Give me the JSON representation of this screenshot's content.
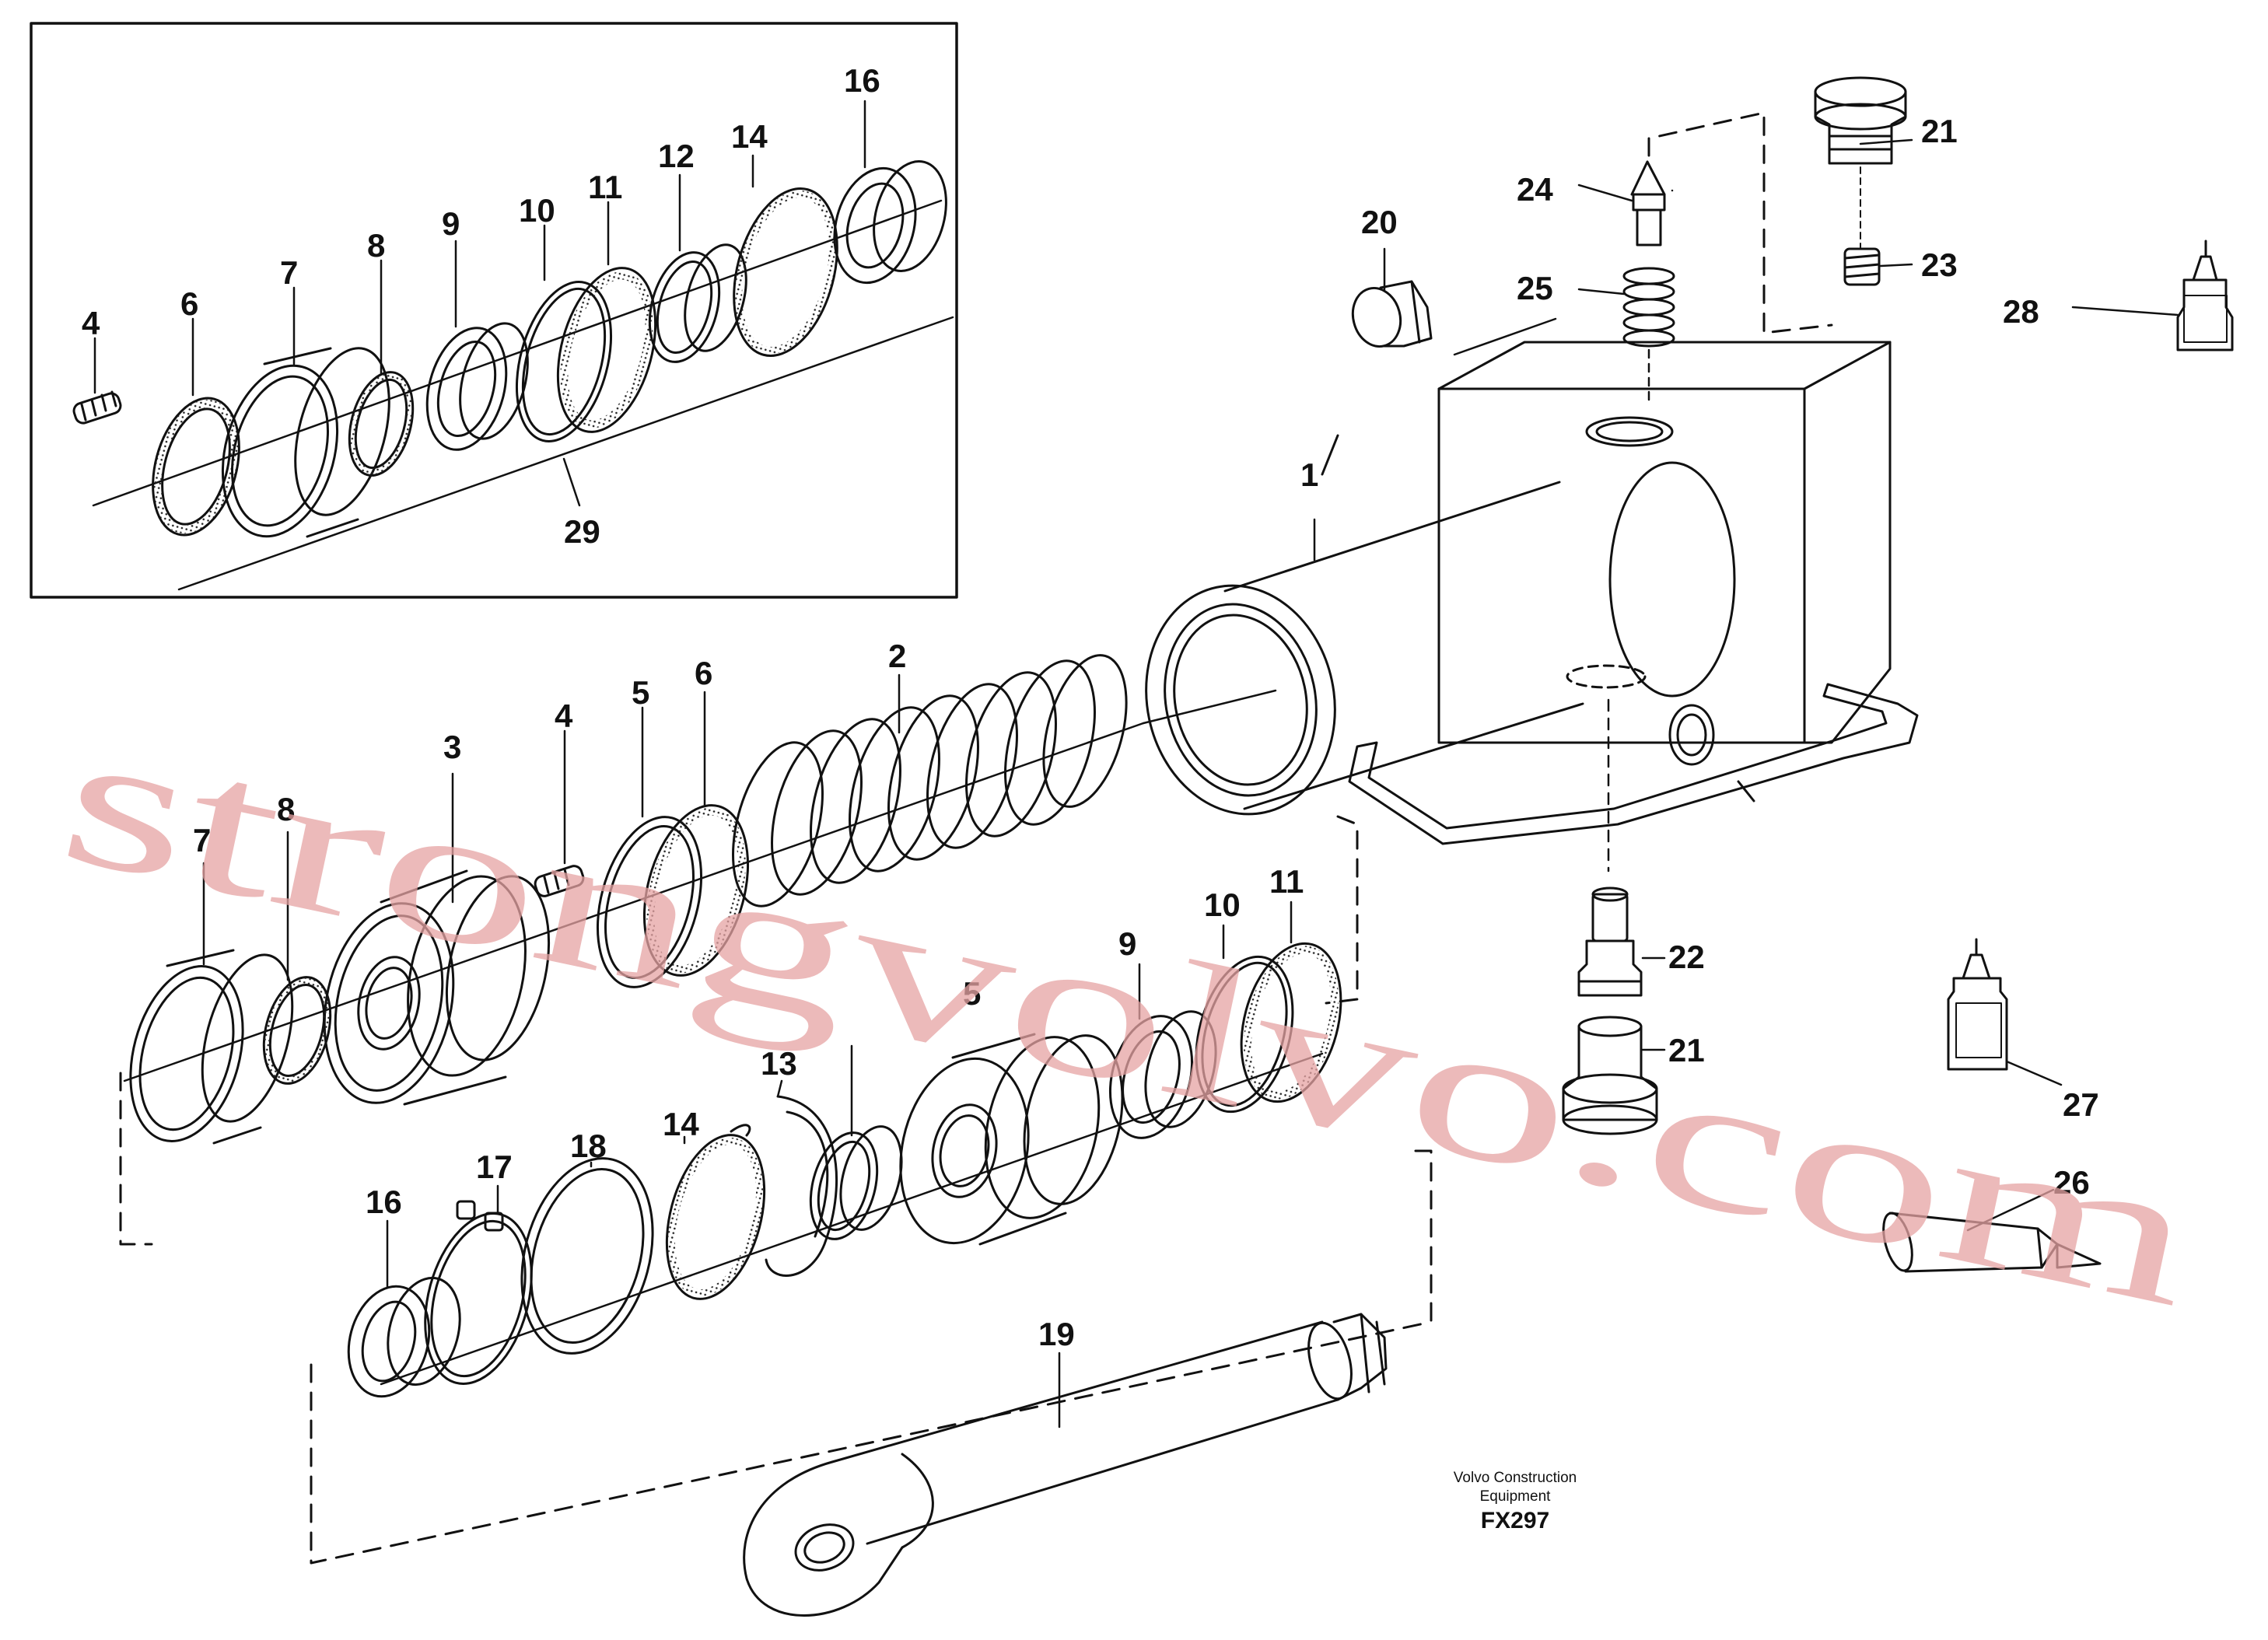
{
  "diagram": {
    "part_numbers": {
      "n1": "1",
      "n2": "2",
      "n3": "3",
      "n4": "4",
      "n5": "5",
      "n6": "6",
      "n7": "7",
      "n8": "8",
      "n9": "9",
      "n10": "10",
      "n11": "11",
      "n12": "12",
      "n13": "13",
      "n14": "14",
      "n16": "16",
      "n17": "17",
      "n18": "18",
      "n19": "19",
      "n20": "20",
      "n21": "21",
      "n22": "22",
      "n23": "23",
      "n24": "24",
      "n25": "25",
      "n26": "26",
      "n27": "27",
      "n28": "28",
      "n29": "29"
    },
    "caption_line1": "Volvo Construction",
    "caption_line2": "Equipment",
    "figure_code": "FX297",
    "watermark": "strongvolvo.com",
    "colors": {
      "line": "#111111",
      "watermark": "#e6a3a3",
      "background": "#ffffff"
    }
  }
}
